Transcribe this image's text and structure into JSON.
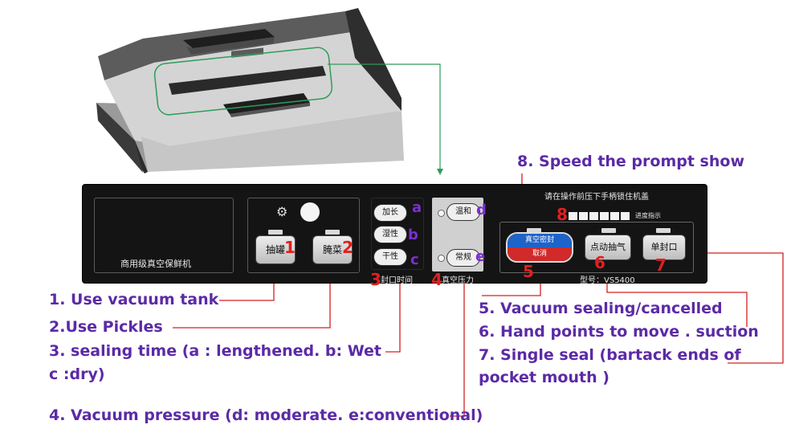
{
  "panel": {
    "top_notice": "请在操作前压下手柄锁住机盖",
    "brand_label": "商用级真空保鲜机",
    "progress_caption": "进度指示",
    "model": "型号：VS5400",
    "sealing_time_caption": "封口时间",
    "vacuum_pressure_caption": "真空压力",
    "buttons": {
      "vacuum_tank": "抽罐",
      "pickles": "腌菜",
      "lengthened": "加长",
      "wet": "湿性",
      "dry": "干性",
      "moderate": "温和",
      "conventional": "常规",
      "vacuum_seal_top": "真空密封",
      "vacuum_seal_bottom": "取消",
      "pulse_suction": "点动抽气",
      "single_seal": "单封口"
    }
  },
  "markers": {
    "n1": "1",
    "n2": "2",
    "n3": "3",
    "n4": "4",
    "n5": "5",
    "n6": "6",
    "n7": "7",
    "n8": "8",
    "a": "a",
    "b": "b",
    "c": "c",
    "d": "d",
    "e": "e"
  },
  "annotations": {
    "a1": "1. Use vacuum tank",
    "a2": "2.Use  Pickles",
    "a3_line1": "3.  sealing time (a : lengthened.  b: Wet",
    "a3_line2": "c :dry)",
    "a4": "4. Vacuum pressure (d: moderate. e:conventional)",
    "a5": "5. Vacuum sealing/cancelled",
    "a6": "6. Hand points to move . suction",
    "a7_line1": "7. Single seal (bartack ends of",
    "a7_line2": "pocket mouth  )",
    "a8": "8. Speed the prompt show"
  },
  "colors": {
    "annotation_text": "#5b2aa6",
    "marker_red": "#e02020",
    "marker_purple": "#7b2fd0",
    "leader_green": "#2e9c5a",
    "panel_bg": "#141414",
    "seal_button_blue": "#1e63c8",
    "seal_button_red": "#d02a2a"
  }
}
